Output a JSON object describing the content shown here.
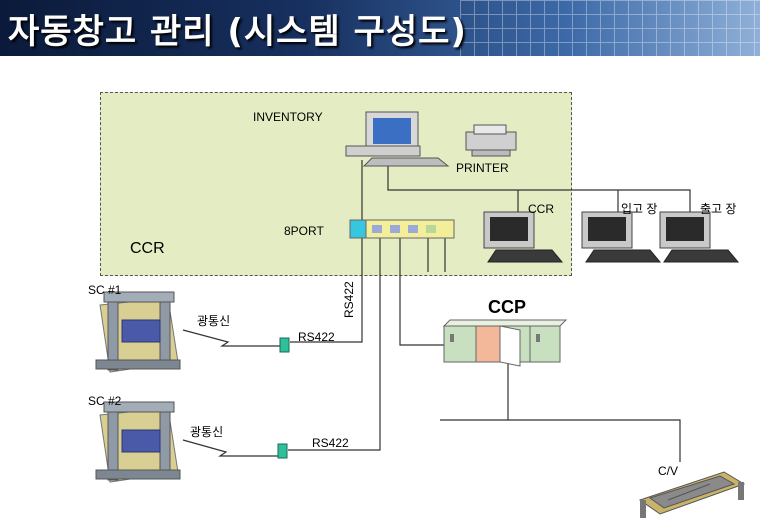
{
  "header": {
    "title": "자동창고 관리 (시스템 구성도)"
  },
  "labels": {
    "inventory": "INVENTORY",
    "printer": "PRINTER",
    "ccr_terminal": "CCR",
    "inbound": "입고 장",
    "outbound": "출고 장",
    "port": "8PORT",
    "ccr_zone": "CCR",
    "sc1": "SC #1",
    "sc2": "SC #2",
    "optical1": "광통신",
    "optical2": "광통신",
    "rs422_1": "RS422",
    "rs422_2": "RS422",
    "rs422_vertical": "RS422",
    "ccp": "CCP",
    "conveyor": "C/V"
  },
  "colors": {
    "ccr_zone": "#e4ecc4",
    "port_board": "#f2ee9a",
    "connector": "#2fbf9a",
    "panel": "#c8dfc0",
    "panel_door": "#f3b89a",
    "crane_frame": "#8f9aa6",
    "crane_body": "#d9cf93",
    "crane_cargo": "#4a5aa8",
    "conveyor": "#c9b36a"
  },
  "icons": {
    "inventory": "computer-icon",
    "printer": "printer-icon",
    "terminals": "terminal-icon",
    "stacker_crane": "stacker-crane-icon",
    "conveyor": "conveyor-icon"
  }
}
